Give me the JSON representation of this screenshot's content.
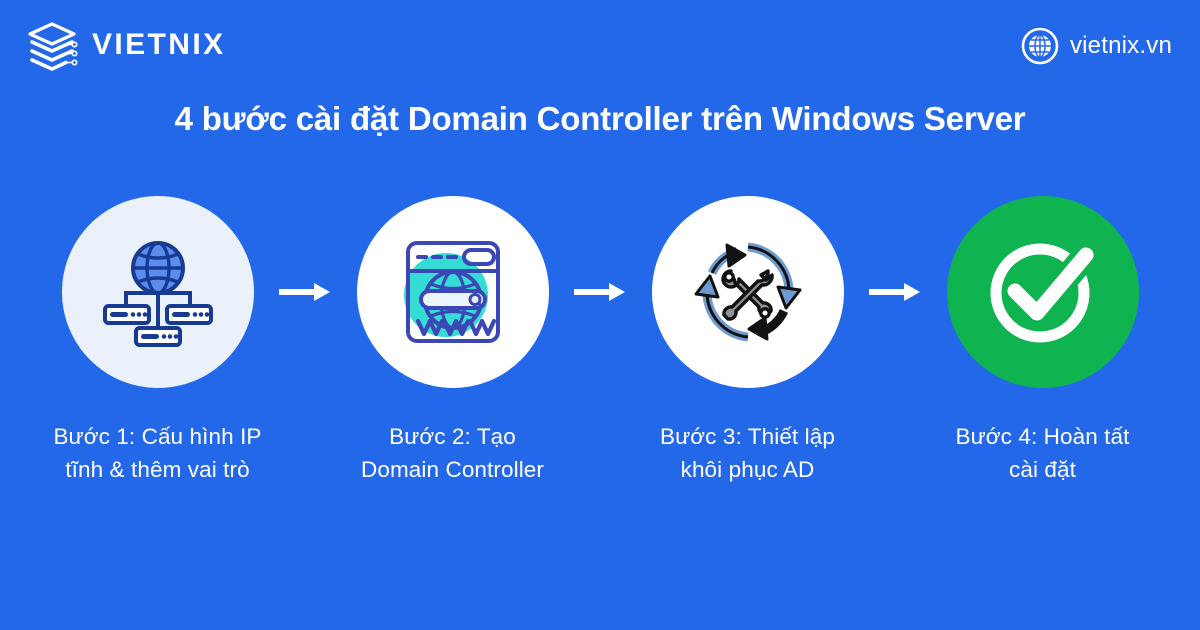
{
  "header": {
    "brand_name": "VIETNIX",
    "brand_icon": "stacked-layers-logo-icon",
    "site_url": "vietnix.vn",
    "site_icon": "globe-icon"
  },
  "title": "4 bước cài đặt Domain Controller trên Windows Server",
  "colors": {
    "background": "#2468ea",
    "circle_light": "#eaf1fb",
    "circle_white": "#ffffff",
    "circle_green": "#0fb450",
    "icon_navy": "#173a93",
    "icon_blue": "#5b8def",
    "icon_teal": "#35dcd6",
    "icon_indigo": "#3b47b5",
    "icon_steel": "#6f9bd1",
    "icon_gray": "#8f9296",
    "text_white": "#ffffff"
  },
  "steps": [
    {
      "label": "Bước 1: Cấu hình IP\ntĩnh & thêm vai trò",
      "icon": "globe-network-servers-icon",
      "circle_color": "#eaf1fb"
    },
    {
      "label": "Bước 2: Tạo\nDomain Controller",
      "icon": "browser-www-globe-icon",
      "circle_color": "#ffffff"
    },
    {
      "label": "Bước 3: Thiết lập\nkhôi phục AD",
      "icon": "tools-refresh-cycle-icon",
      "circle_color": "#ffffff"
    },
    {
      "label": "Bước 4: Hoàn tất\ncài đặt",
      "icon": "check-circle-icon",
      "circle_color": "#0fb450"
    }
  ],
  "connectors": [
    {
      "icon": "arrow-right-icon"
    },
    {
      "icon": "arrow-right-icon"
    },
    {
      "icon": "arrow-right-icon"
    }
  ]
}
